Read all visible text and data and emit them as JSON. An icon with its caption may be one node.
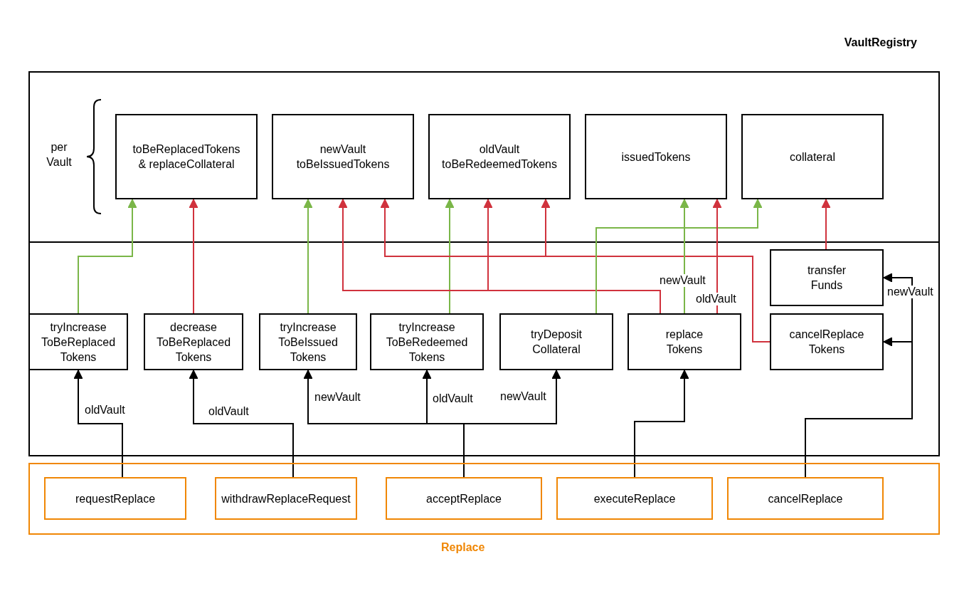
{
  "diagram": {
    "nodes": [
      {
        "text": [
          "VaultRegistry"
        ]
      },
      {
        "text": [
          "toBeReplacedTokens & replaceCollateral"
        ],
        "in": 0
      },
      {
        "text": [
          "newVault toBeIssuedTokens"
        ],
        "in": 0
      },
      {
        "text": [
          "oldVault toBeRedeemedTokens"
        ],
        "in": 0
      },
      {
        "text": [
          "issuedTokens"
        ],
        "in": 0
      },
      {
        "text": [
          "collateral"
        ],
        "in": 0
      },
      {
        "text": [
          "transfer Funds"
        ],
        "in": 0
      },
      {
        "text": [
          "tryIncrease ToBeReplaced Tokens"
        ],
        "in": 0
      },
      {
        "text": [
          "decrease ToBeReplaced Tokens"
        ],
        "in": 0
      },
      {
        "text": [
          "tryIncrease ToBeIssued Tokens"
        ],
        "in": 0
      },
      {
        "text": [
          "tryIncrease ToBeRedeemed Tokens"
        ],
        "in": 0
      },
      {
        "text": [
          "tryDeposit Collateral"
        ],
        "in": 0
      },
      {
        "text": [
          "replace Tokens"
        ],
        "in": 0
      },
      {
        "text": [
          "cancelReplace Tokens"
        ],
        "in": 0
      },
      {
        "text": [
          "Replace"
        ]
      },
      {
        "text": [
          "requestReplace"
        ],
        "in": 14
      },
      {
        "text": [
          "withdrawReplaceRequest"
        ],
        "in": 14
      },
      {
        "text": [
          "acceptReplace"
        ],
        "in": 14
      },
      {
        "text": [
          "executeReplace"
        ],
        "in": 14
      },
      {
        "text": [
          "cancelReplace"
        ],
        "in": 14
      }
    ],
    "edges": [
      {
        "from": 7,
        "to": 1,
        "arrow": "to",
        "color": "#7ab648"
      },
      {
        "from": 8,
        "to": 1,
        "arrow": "to",
        "color": "#d0323d"
      },
      {
        "from": 9,
        "to": 2,
        "arrow": "to",
        "color": "#7ab648"
      },
      {
        "from": 10,
        "to": 3,
        "arrow": "to",
        "color": "#7ab648"
      },
      {
        "from": 12,
        "to": 2,
        "arrow": "to",
        "color": "#d0323d"
      },
      {
        "from": 12,
        "to": 3,
        "arrow": "to",
        "color": "#d0323d"
      },
      {
        "from": 13,
        "to": 2,
        "arrow": "to",
        "color": "#d0323d"
      },
      {
        "from": 13,
        "to": 3,
        "arrow": "to",
        "color": "#d0323d"
      },
      {
        "from": 11,
        "to": 5,
        "arrow": "to",
        "color": "#7ab648"
      },
      {
        "from": 12,
        "to": 4,
        "arrow": "to",
        "label": "newVault",
        "color": "#7ab648"
      },
      {
        "from": 12,
        "to": 4,
        "arrow": "to",
        "label": "oldVault",
        "color": "#d0323d"
      },
      {
        "from": 6,
        "to": 5,
        "arrow": "to",
        "color": "#d0323d"
      },
      {
        "from": 15,
        "to": 7,
        "arrow": "to",
        "label": "oldVault"
      },
      {
        "from": 16,
        "to": 8,
        "arrow": "to",
        "label": "oldVault"
      },
      {
        "from": 17,
        "to": 9,
        "arrow": "to",
        "label": "newVault"
      },
      {
        "from": 17,
        "to": 10,
        "arrow": "to",
        "label": "oldVault"
      },
      {
        "from": 17,
        "to": 11,
        "arrow": "to",
        "label": "newVault"
      },
      {
        "from": 18,
        "to": 12,
        "arrow": "to"
      },
      {
        "from": 19,
        "to": 6,
        "arrow": "to",
        "label": "newVault"
      },
      {
        "from": 19,
        "to": 13,
        "arrow": "to"
      }
    ],
    "labels": [
      "per Vault"
    ]
  }
}
